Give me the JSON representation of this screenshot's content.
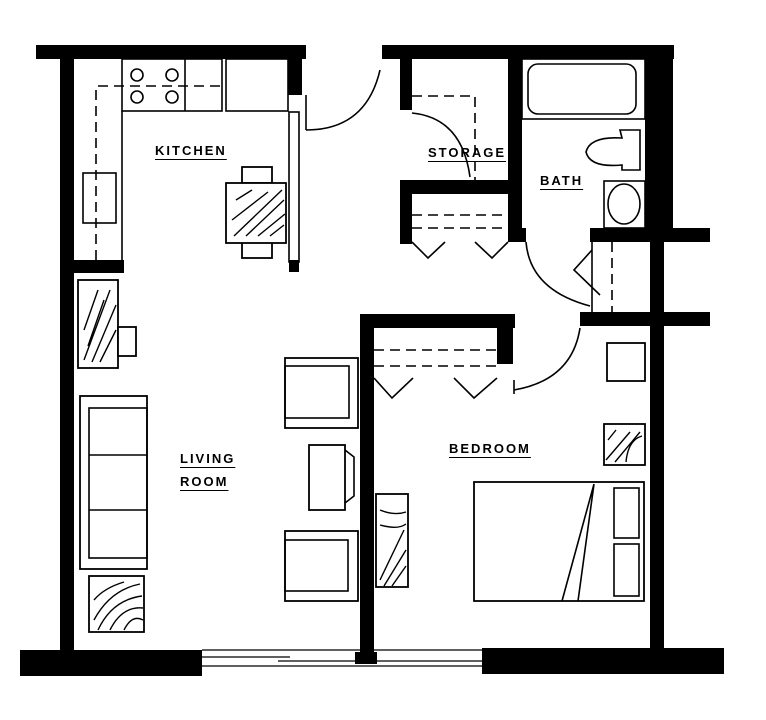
{
  "rooms": {
    "kitchen": {
      "label": "KITCHEN"
    },
    "storage": {
      "label": "STORAGE"
    },
    "bath": {
      "label": "BATH"
    },
    "living": {
      "label_line1": "LIVING",
      "label_line2": "ROOM"
    },
    "bedroom": {
      "label": "BEDROOM"
    }
  },
  "colors": {
    "ink": "#000000",
    "paper": "#ffffff"
  }
}
